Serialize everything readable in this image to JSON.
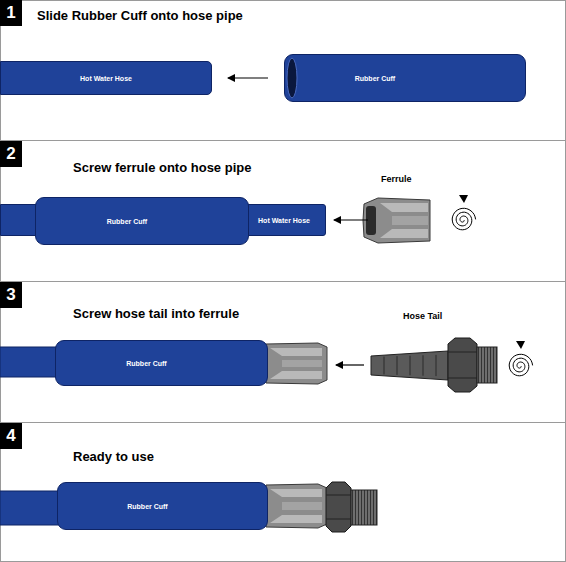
{
  "diagram": {
    "nodes": [
      {
        "text": [
          "1"
        ]
      },
      {
        "text": [
          "Hot Water Hose"
        ]
      },
      {
        "text": [
          "Rubber Cuff"
        ]
      },
      {
        "text": [
          "2"
        ]
      },
      {
        "text": [
          "Hot Water Hose"
        ]
      },
      {
        "text": [
          "Rubber Cuff"
        ]
      },
      {
        "text": [
          "3"
        ]
      },
      {
        "text": [
          "Rubber Cuff"
        ]
      },
      {
        "text": [
          "4"
        ]
      },
      {
        "text": [
          "Rubber Cuff"
        ]
      }
    ],
    "edges": [
      {
        "from": 2,
        "to": 1,
        "arrow": "to"
      }
    ],
    "labels": [
      "Slide Rubber Cuff onto hose pipe",
      "Screw ferrule onto hose pipe",
      "Ferrule",
      "Screw hose tail into ferrule",
      "Hose Tail",
      "Ready to use"
    ]
  }
}
